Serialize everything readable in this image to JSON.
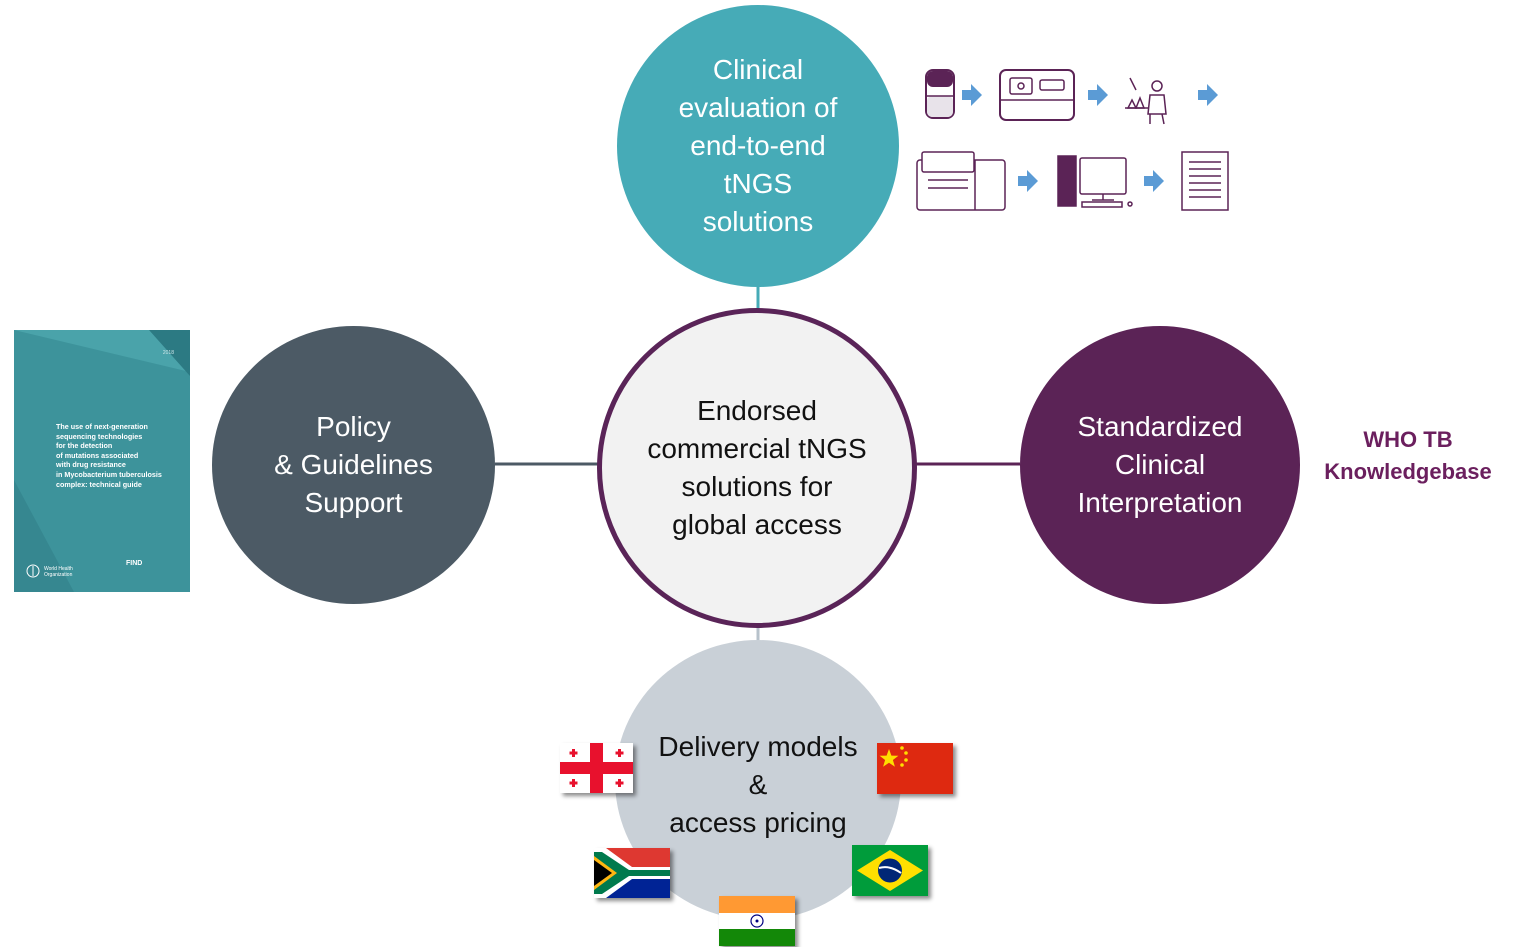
{
  "nodes": {
    "clinical": "Clinical\nevaluation of\nend-to-end\ntNGS\nsolutions",
    "center": "Endorsed\ncommercial tNGS\nsolutions for\nglobal access",
    "policy": "Policy\n& Guidelines\nSupport",
    "interpretation": "Standardized\nClinical\nInterpretation",
    "delivery": "Delivery models\n&\naccess pricing"
  },
  "knowledgebase_label": "WHO TB\nKnowledgebase",
  "guide_cover": {
    "title": "The use of next-generation\nsequencing technologies\nfor the detection\nof mutations associated\nwith drug resistance\nin Mycobacterium tuberculosis\ncomplex: technical guide",
    "year": "2018",
    "publisher": "World Health\nOrganization",
    "partner": "FIND"
  },
  "workflow_icons": [
    "sample-tube-icon",
    "extraction-instrument-icon",
    "lab-technician-icon",
    "sequencer-icon",
    "computer-icon",
    "report-document-icon"
  ],
  "flags": [
    "georgia-flag",
    "china-flag",
    "south-africa-flag",
    "brazil-flag",
    "india-flag"
  ],
  "colors": {
    "clinical": "#46abb7",
    "center_border": "#5a2458",
    "policy": "#4c5a65",
    "interpretation": "#5b2356",
    "delivery": "#c9d0d7",
    "workflow_arrow": "#5b9bd5"
  }
}
